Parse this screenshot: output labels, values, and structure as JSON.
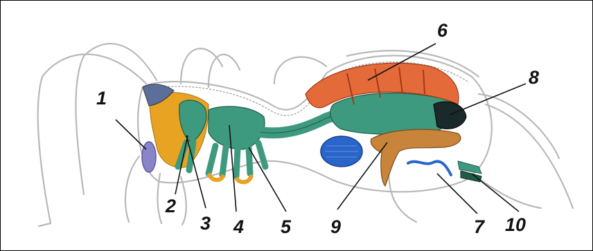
{
  "labels": [
    "1",
    "2",
    "3",
    "4",
    "5",
    "6",
    "7",
    "8",
    "9",
    "10"
  ],
  "colors": {
    "heart_orange": "#e56a3a",
    "gut_green": "#3e9a7e",
    "yellow_fat": "#e8a322",
    "blue_gland": "#2a66c9",
    "purple_gland": "#8a84c8",
    "brown_organ": "#c7843a",
    "outline_gray": "#b8b8b8"
  }
}
